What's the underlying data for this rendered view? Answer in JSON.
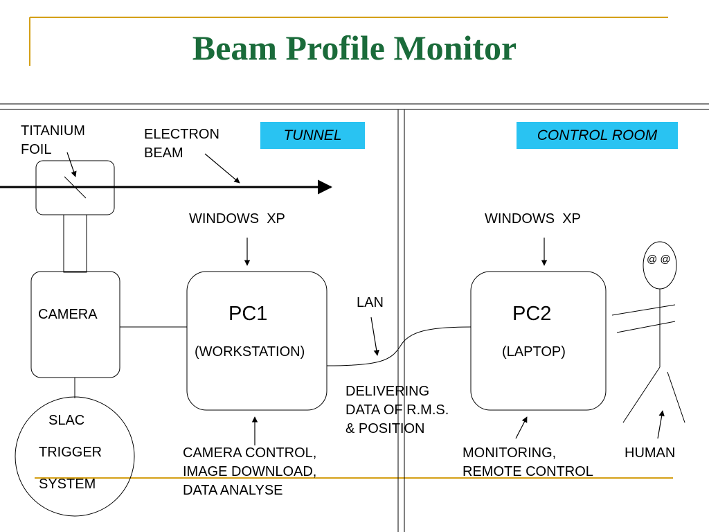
{
  "title": "Beam Profile Monitor",
  "regions": {
    "tunnel": "TUNNEL",
    "control_room": "CONTROL ROOM"
  },
  "labels": {
    "titanium_foil": [
      "TITANIUM",
      "FOIL"
    ],
    "electron_beam": [
      "ELECTRON",
      "BEAM"
    ],
    "camera": "CAMERA",
    "trigger": [
      "SLAC",
      "TRIGGER",
      "SYSTEM"
    ],
    "windows_xp_1": "WINDOWS  XP",
    "windows_xp_2": "WINDOWS  XP",
    "pc1": "PC1",
    "pc1_sub": "(WORKSTATION)",
    "pc2": "PC2",
    "pc2_sub": "(LAPTOP)",
    "lan": "LAN",
    "delivering": [
      "DELIVERING",
      "DATA OF R.M.S.",
      "& POSITION"
    ],
    "camera_control": [
      "CAMERA CONTROL,",
      "IMAGE DOWNLOAD,",
      "DATA ANALYSE"
    ],
    "monitoring": [
      "MONITORING,",
      "REMOTE CONTROL"
    ],
    "human": "HUMAN",
    "human_face": "@ @"
  },
  "colors": {
    "title": "#1a6b3a",
    "accent_rule": "#d4a017",
    "region_tag": "#29c3f2"
  }
}
